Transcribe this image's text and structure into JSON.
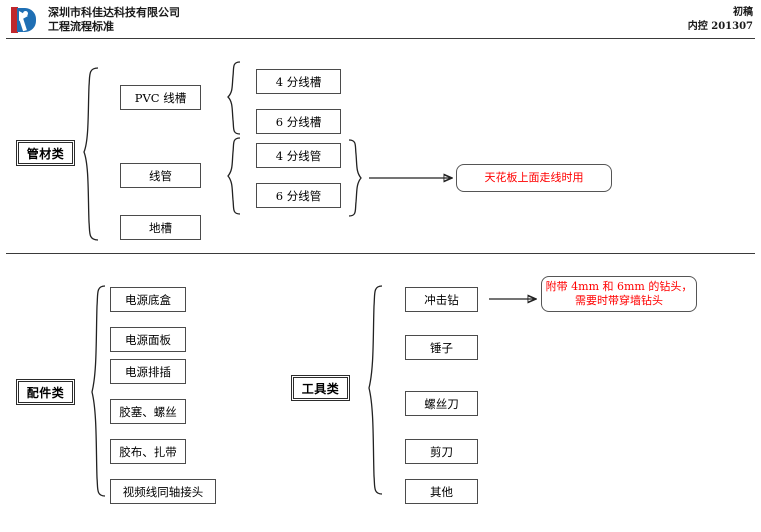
{
  "header": {
    "logo_icon": "kejiada-logo-icon",
    "company_line1": "深圳市科佳达科技有限公司",
    "company_line2": "工程流程标准",
    "doc_status": "初稿",
    "doc_code": "内控 201307"
  },
  "section_pipes": {
    "category_label": "管材类",
    "level1": [
      {
        "label": "PVC 线槽"
      },
      {
        "label": "线管"
      },
      {
        "label": "地槽"
      }
    ],
    "level2_pvc": [
      {
        "label": "4 分线槽"
      },
      {
        "label": "6 分线槽"
      }
    ],
    "level2_conduit": [
      {
        "label": "4 分线管"
      },
      {
        "label": "6 分线管"
      }
    ],
    "note": "天花板上面走线时用"
  },
  "section_parts": {
    "category_label": "配件类",
    "items": [
      {
        "label": "电源底盒"
      },
      {
        "label": "电源面板"
      },
      {
        "label": "电源排插"
      },
      {
        "label": "胶塞、螺丝"
      },
      {
        "label": "胶布、扎带"
      },
      {
        "label": "视频线同轴接头"
      }
    ]
  },
  "section_tools": {
    "category_label": "工具类",
    "items": [
      {
        "label": "冲击钻"
      },
      {
        "label": "锤子"
      },
      {
        "label": "螺丝刀"
      },
      {
        "label": "剪刀"
      },
      {
        "label": "其他"
      }
    ],
    "note": "附带 4mm 和 6mm 的钻头，\n需要时带穿墙钻头"
  },
  "colors": {
    "note_text": "#ff0000",
    "logo_red": "#c0272d",
    "logo_blue": "#1f6fb4",
    "line": "#3a3a3a"
  }
}
